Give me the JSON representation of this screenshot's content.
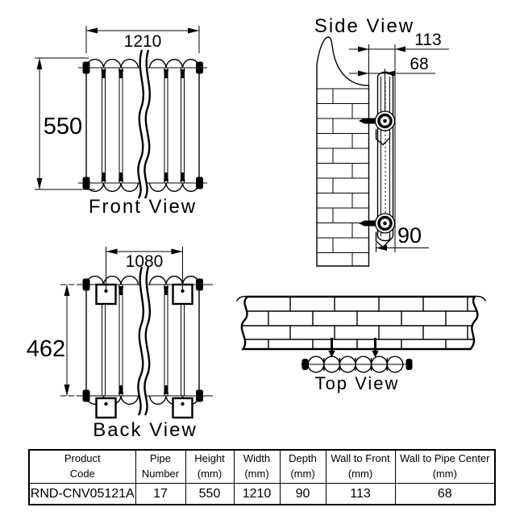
{
  "drawing": {
    "front": {
      "label": "Front View",
      "width_dim": "1210",
      "height_dim": "550"
    },
    "side": {
      "label": "Side View",
      "wall_to_front_dim": "113",
      "wall_to_pipe_center_dim": "68",
      "depth_dim": "90"
    },
    "back": {
      "label": "Back View",
      "bracket_width_dim": "1080",
      "bracket_height_dim": "462"
    },
    "top": {
      "label": "Top View"
    }
  },
  "table": {
    "headers": [
      {
        "line1": "Product",
        "line2": "Code"
      },
      {
        "line1": "Pipe",
        "line2": "Number"
      },
      {
        "line1": "Height",
        "line2": "(mm)"
      },
      {
        "line1": "Width",
        "line2": "(mm)"
      },
      {
        "line1": "Depth",
        "line2": "(mm)"
      },
      {
        "line1": "Wall to Front",
        "line2": "(mm)"
      },
      {
        "line1": "Wall to Pipe Center",
        "line2": "(mm)"
      }
    ],
    "row": {
      "product_code": "RND-CNV05121A",
      "pipe_number": "17",
      "height": "550",
      "width": "1210",
      "depth": "90",
      "wall_to_front": "113",
      "wall_to_pipe_center": "68"
    }
  },
  "colors": {
    "line": "#000000",
    "background": "#ffffff"
  }
}
